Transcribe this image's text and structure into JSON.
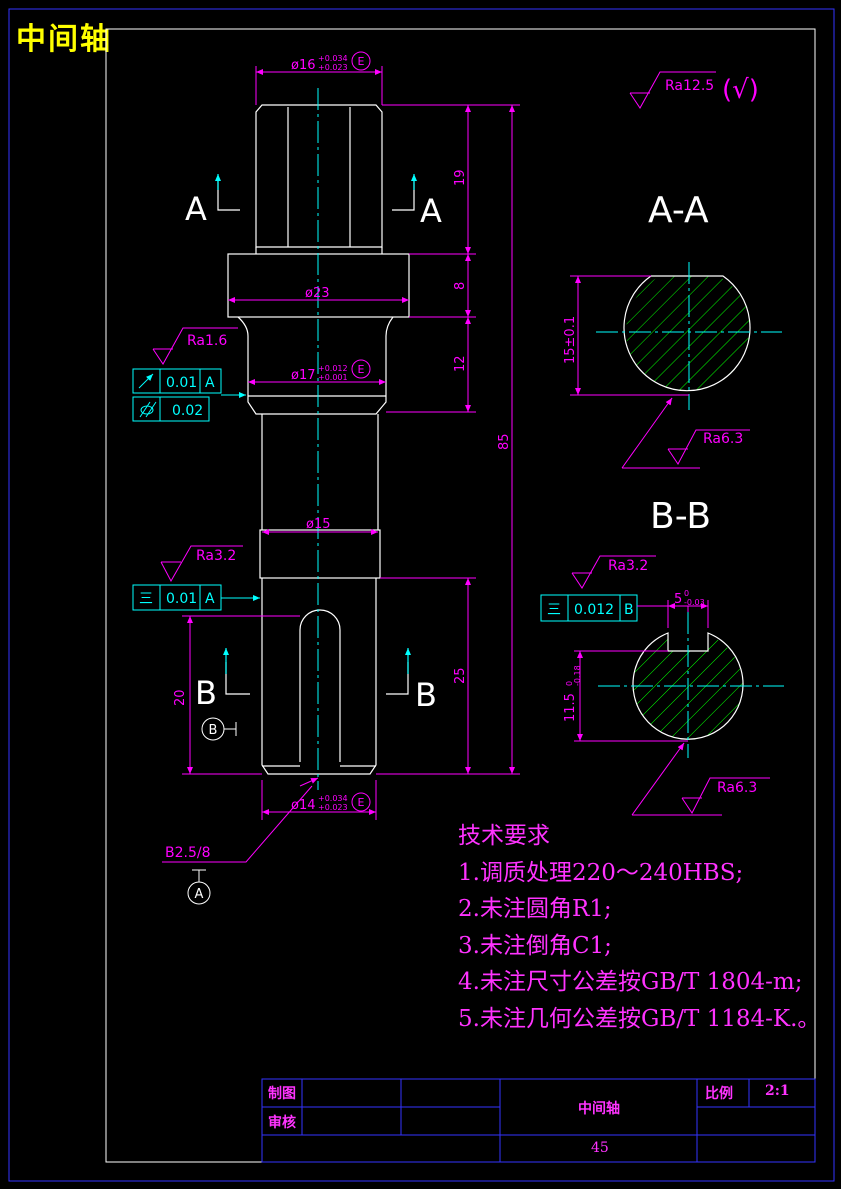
{
  "sheet": {
    "corner_title": "中间轴",
    "colors": {
      "background": "#000000",
      "frame": "#3333ff",
      "part": "#ffffff",
      "center": "#00ffff",
      "dimension": "#ff00ff",
      "tolerance_frame": "#00ffff",
      "hatch": "#00ff00",
      "title": "#ffff00"
    }
  },
  "dimensions": {
    "d16": "ø16",
    "d16_tol_upper": "+0.034",
    "d16_tol_lower": "+0.023",
    "d23": "ø23",
    "d17": "ø17",
    "d17_tol_upper": "+0.012",
    "d17_tol_lower": "+0.001",
    "d15": "ø15",
    "d14": "ø14",
    "d14_tol_upper": "+0.034",
    "d14_tol_lower": "+0.023",
    "len_19": "19",
    "len_8": "8",
    "len_12": "12",
    "len_85": "85",
    "len_25": "25",
    "len_20": "20",
    "env": "E",
    "center_hole": "B2.5/8",
    "aa_height": "15±0.1",
    "bb_depth": "11.5",
    "bb_depth_upper": "0",
    "bb_depth_lower": "-0.18",
    "key_width": "5",
    "key_width_upper": "0",
    "key_width_lower": "-0.03"
  },
  "roughness": {
    "general": "Ra12.5",
    "general_note": "(√)",
    "ra16": "Ra1.6",
    "ra32_left": "Ra3.2",
    "ra63_aa": "Ra6.3",
    "ra32_bb": "Ra3.2",
    "ra63_bb": "Ra6.3"
  },
  "tolerances": {
    "runout_value": "0.01",
    "runout_datum": "A",
    "cyl_value": "0.02",
    "sym_value": "0.01",
    "sym_datum": "A",
    "key_sym_value": "0.012",
    "key_sym_datum": "B",
    "sym_symbol": "三",
    "datum_a": "A",
    "datum_b": "B"
  },
  "sections": {
    "aa_left": "A",
    "aa_right": "A",
    "bb_left": "B",
    "bb_right": "B",
    "aa_title": "A-A",
    "bb_title": "B-B"
  },
  "requirements": {
    "heading": "技术要求",
    "items": [
      "1.调质处理220～240HBS;",
      "2.未注圆角R1;",
      "3.未注倒角C1;",
      "4.未注尺寸公差按GB/T 1804-m;",
      "5.未注几何公差按GB/T 1184-K.。"
    ]
  },
  "title_block": {
    "drawn": "制图",
    "checked": "审核",
    "part_name": "中间轴",
    "scale_label": "比例",
    "scale_value": "2:1",
    "material": "45"
  }
}
